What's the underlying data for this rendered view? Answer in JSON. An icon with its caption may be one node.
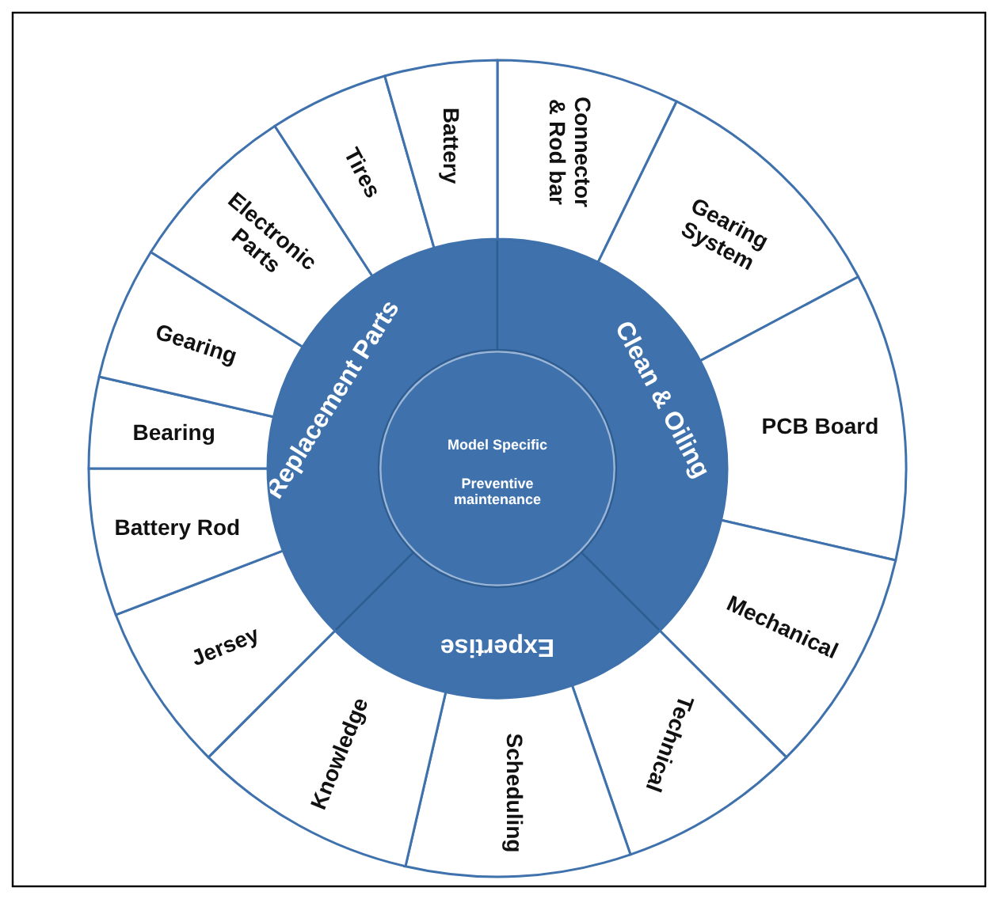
{
  "diagram": {
    "nodes": [
      {
        "text": [
          "Model Specific",
          "Preventive maintenance"
        ]
      },
      {
        "text": [
          "Replacement Parts"
        ]
      },
      {
        "text": [
          "Clean & Oiling"
        ]
      },
      {
        "text": [
          "Expertise"
        ]
      },
      {
        "text": [
          "Connector & Rod bar"
        ]
      },
      {
        "text": [
          "Gearing System"
        ]
      },
      {
        "text": [
          "PCB Board"
        ]
      },
      {
        "text": [
          "Mechanical"
        ]
      },
      {
        "text": [
          "Technical"
        ]
      },
      {
        "text": [
          "Scheduling"
        ]
      },
      {
        "text": [
          "Knowledge"
        ]
      },
      {
        "text": [
          "Jersey"
        ]
      },
      {
        "text": [
          "Battery Rod"
        ]
      },
      {
        "text": [
          "Bearing"
        ]
      },
      {
        "text": [
          "Gearing"
        ]
      },
      {
        "text": [
          "Electronic Parts"
        ]
      },
      {
        "text": [
          "Tires"
        ]
      },
      {
        "text": [
          "Battery"
        ]
      }
    ]
  }
}
